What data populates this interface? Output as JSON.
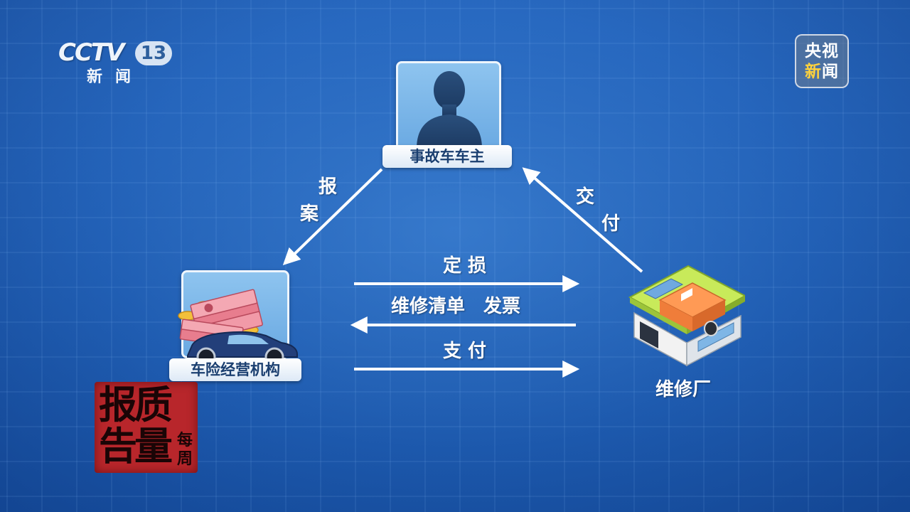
{
  "channel": {
    "logo_text": "CCTV",
    "channel_number": "13",
    "subtitle": "新闻"
  },
  "badge": {
    "line1": "央视",
    "line2_highlight": "新",
    "line2_rest": "闻"
  },
  "nodes": {
    "owner": "事故车车主",
    "insurer": "车险经营机构",
    "repair_shop": "维修厂"
  },
  "edges": {
    "report": [
      "报",
      "案"
    ],
    "deliver": [
      "交",
      "付"
    ],
    "assess": "定 损",
    "bill": "维修清单　发票",
    "pay": "支 付"
  },
  "program_seal": {
    "chars": [
      "报",
      "质",
      "告",
      "量"
    ],
    "small": [
      "每",
      "周"
    ]
  },
  "colors": {
    "background": "#1f5db1",
    "card": "#7ab6e8",
    "arrow": "#ffffff",
    "seal": "#b8262b",
    "badge_highlight": "#ffd23c"
  }
}
